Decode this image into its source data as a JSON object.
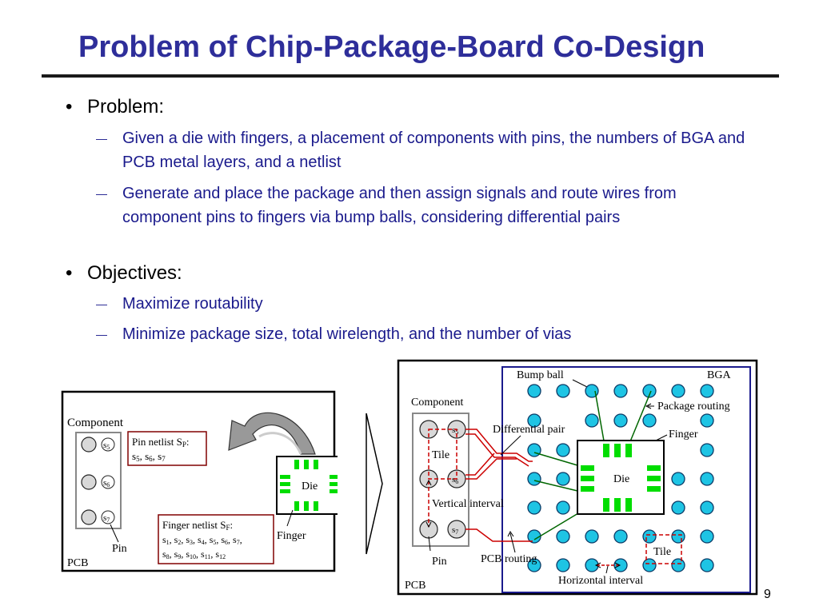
{
  "slide": {
    "title": "Problem of Chip-Package-Board Co-Design",
    "page_number": "9",
    "bullets": [
      {
        "label": "Problem:",
        "subs": [
          "Given a die with fingers, a placement of components with pins, the numbers of BGA and PCB metal layers, and a netlist",
          "Generate and place the package and then assign signals and route wires from component pins to fingers via bump balls, considering differential pairs"
        ]
      },
      {
        "label": "Objectives:",
        "subs": [
          "Maximize routability",
          "Minimize package size, total wirelength, and the number of vias"
        ]
      }
    ]
  },
  "left_figure": {
    "component_label": "Component",
    "pcb_label": "PCB",
    "pin_label": "Pin",
    "finger_label": "Finger",
    "die_label": "Die",
    "pins": [
      "s5",
      "s6",
      "s7"
    ],
    "pin_netlist_title": "Pin netlist S_P:",
    "pin_netlist_values": "s5, s6, s7",
    "finger_netlist_title": "Finger netlist S_F:",
    "finger_netlist_line1": "s1, s2, s3, s4, s5, s6, s7,",
    "finger_netlist_line2": "s8, s9, s10, s11, s12"
  },
  "right_figure": {
    "component_label": "Component",
    "pcb_label": "PCB",
    "bga_label": "BGA",
    "bump_ball_label": "Bump ball",
    "package_routing_label": "Package routing",
    "finger_label": "Finger",
    "differential_pair_label": "Differential pair",
    "tile_label": "Tile",
    "die_label": "Die",
    "vertical_interval_label": "Vertical interval",
    "pin_label": "Pin",
    "pcb_routing_label": "PCB routing",
    "tile_label_2": "Tile",
    "horizontal_interval_label": "Horizontal interval",
    "pins": [
      "s5",
      "s6",
      "s7"
    ]
  },
  "colors": {
    "title": "#2e2e9a",
    "subtext": "#1a1a8c",
    "finger": "#00dd00",
    "bump_ball": "#1ec4e4",
    "pcb_route": "#cc0000",
    "pkg_route": "#006600",
    "netlist_border": "#800000"
  }
}
